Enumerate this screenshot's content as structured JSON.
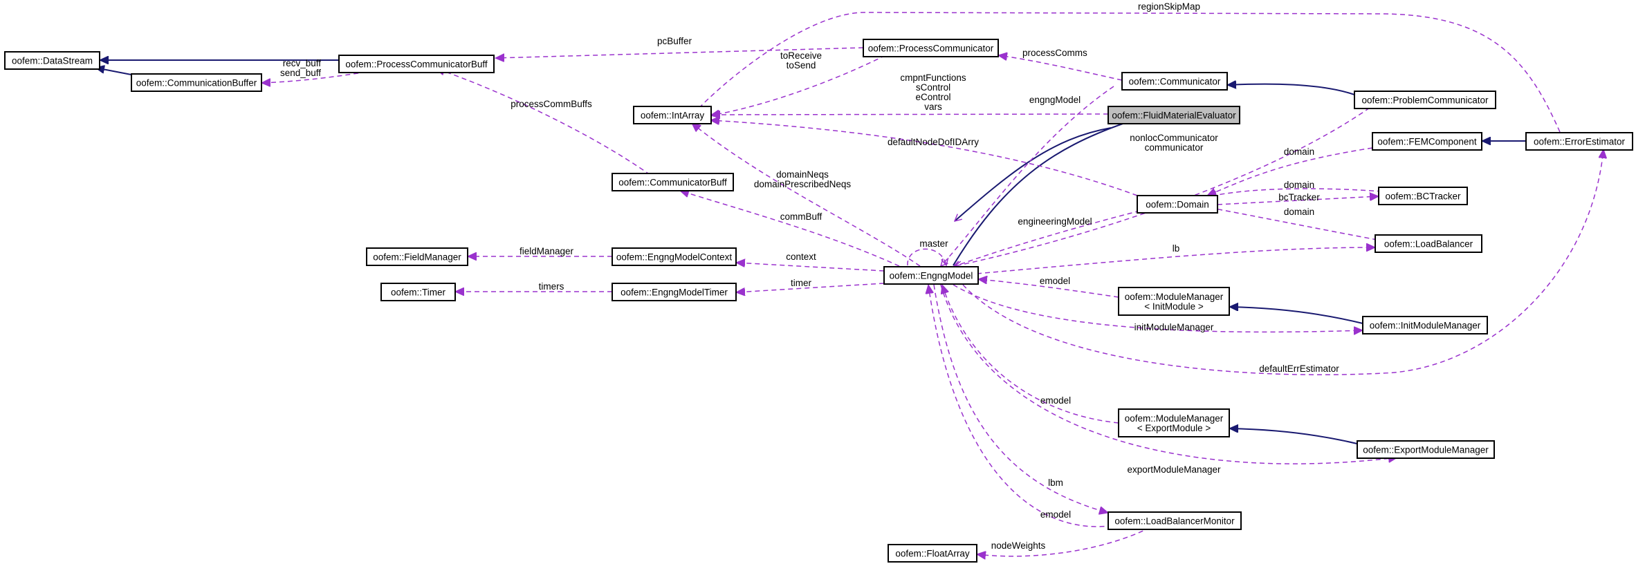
{
  "colors": {
    "usage_edge": "#9a32cd",
    "inheritance_edge": "#191970",
    "highlight_fill": "#bfbfbf",
    "node_border": "#000000"
  },
  "nodes": {
    "datastream": [
      "oofem::DataStream"
    ],
    "communicationbuffer": [
      "oofem::CommunicationBuffer"
    ],
    "processcommunicatorbuff": [
      "oofem::ProcessCommunicatorBuff"
    ],
    "processcommunicator": [
      "oofem::ProcessCommunicator"
    ],
    "communicator": [
      "oofem::Communicator"
    ],
    "problemcommunicator": [
      "oofem::ProblemCommunicator"
    ],
    "intarray": [
      "oofem::IntArray"
    ],
    "fluidmaterialevaluator": [
      "oofem::FluidMaterialEvaluator"
    ],
    "communicatorbuff": [
      "oofem::CommunicatorBuff"
    ],
    "femcomponent": [
      "oofem::FEMComponent"
    ],
    "errorestimator": [
      "oofem::ErrorEstimator"
    ],
    "bctracker": [
      "oofem::BCTracker"
    ],
    "domain": [
      "oofem::Domain"
    ],
    "fieldmanager": [
      "oofem::FieldManager"
    ],
    "engngmodelcontext": [
      "oofem::EngngModelContext"
    ],
    "engngmodel": [
      "oofem::EngngModel"
    ],
    "loadbalancer": [
      "oofem::LoadBalancer"
    ],
    "timer": [
      "oofem::Timer"
    ],
    "engngmodeltimer": [
      "oofem::EngngModelTimer"
    ],
    "modulemanager_init": [
      "oofem::ModuleManager",
      "< InitModule >"
    ],
    "initmodulemanager": [
      "oofem::InitModuleManager"
    ],
    "modulemanager_export": [
      "oofem::ModuleManager",
      "< ExportModule >"
    ],
    "exportmodulemanager": [
      "oofem::ExportModuleManager"
    ],
    "loadbalancermonitor": [
      "oofem::LoadBalancerMonitor"
    ],
    "floatarray": [
      "oofem::FloatArray"
    ]
  },
  "edge_labels": {
    "regionSkipMap": [
      "regionSkipMap"
    ],
    "pcBuffer": [
      "pcBuffer"
    ],
    "processComms": [
      "processComms"
    ],
    "toReceive": [
      "toReceive",
      "toSend"
    ],
    "cmpntFunctions": [
      "cmpntFunctions",
      "sControl",
      "eControl",
      "vars"
    ],
    "recvBuff": [
      "recv_buff",
      "send_buff"
    ],
    "processCommBuffs": [
      "processCommBuffs"
    ],
    "engngModel": [
      "engngModel"
    ],
    "defaultNodeDofIDArry": [
      "defaultNodeDofIDArry"
    ],
    "nonlocCommunicator": [
      "nonlocCommunicator",
      "communicator"
    ],
    "domainNeqs": [
      "domainNeqs",
      "domainPrescribedNeqs"
    ],
    "domain1": [
      "domain"
    ],
    "domain2": [
      "domain"
    ],
    "bcTracker": [
      "bcTracker"
    ],
    "domain3": [
      "domain"
    ],
    "commBuff": [
      "commBuff"
    ],
    "engineeringModel": [
      "engineeringModel"
    ],
    "master": [
      "master"
    ],
    "fieldManager": [
      "fieldManager"
    ],
    "context": [
      "context"
    ],
    "lb": [
      "lb"
    ],
    "timers": [
      "timers"
    ],
    "timer": [
      "timer"
    ],
    "emodel1": [
      "emodel"
    ],
    "initModuleManager": [
      "initModuleManager"
    ],
    "defaultErrEstimator": [
      "defaultErrEstimator"
    ],
    "emodel2": [
      "emodel"
    ],
    "exportModuleManager": [
      "exportModuleManager"
    ],
    "lbm": [
      "lbm"
    ],
    "emodel3": [
      "emodel"
    ],
    "nodeWeights": [
      "nodeWeights"
    ]
  }
}
